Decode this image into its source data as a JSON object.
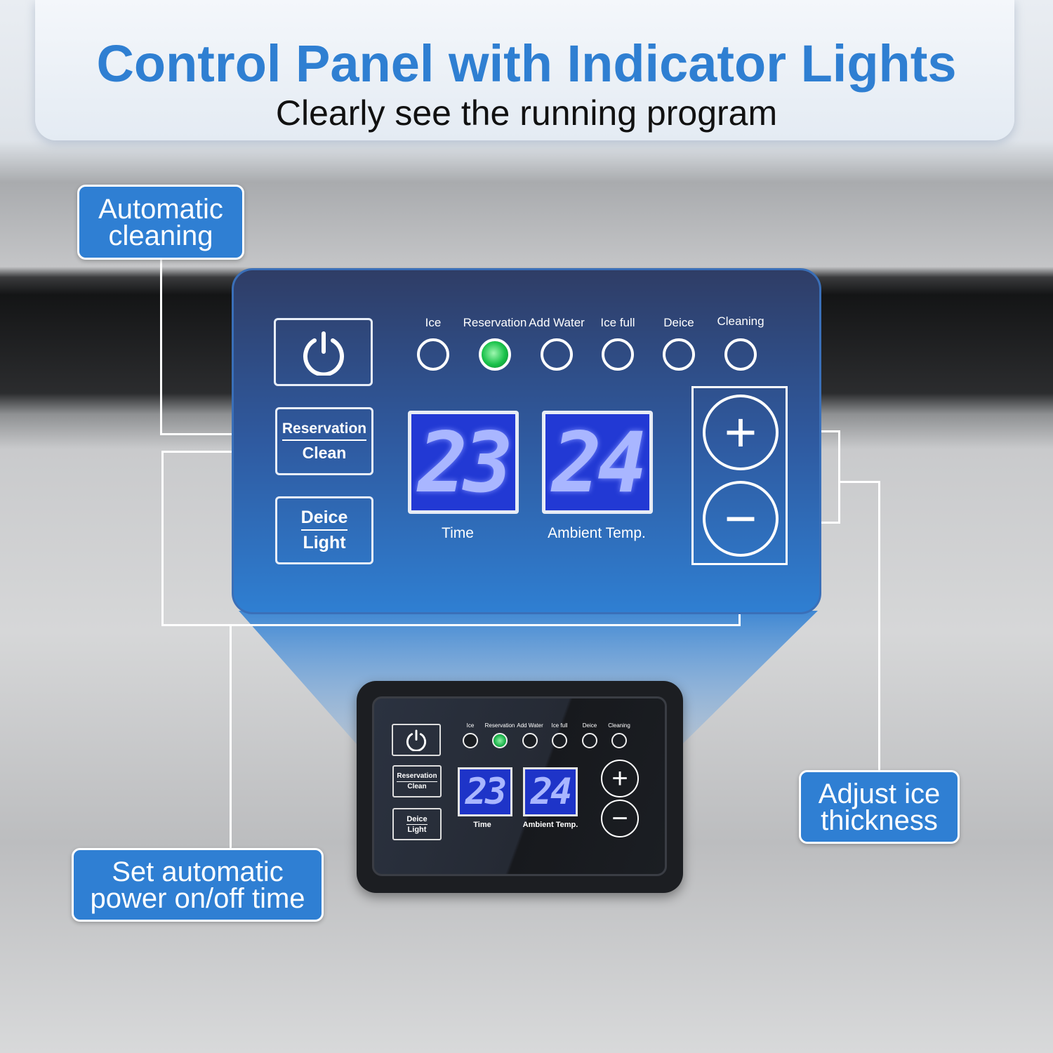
{
  "header": {
    "title": "Control Panel with Indicator Lights",
    "subtitle": "Clearly see the running program"
  },
  "callouts": {
    "auto_clean": [
      "Automatic",
      "cleaning"
    ],
    "power_time": [
      "Set automatic",
      "power on/off time"
    ],
    "ice_thickness": [
      "Adjust ice",
      "thickness"
    ]
  },
  "panel": {
    "indicators": [
      {
        "label": "Ice",
        "on": false
      },
      {
        "label": "Reservation",
        "on": true
      },
      {
        "label": "Add Water",
        "on": false
      },
      {
        "label": "Ice full",
        "on": false
      },
      {
        "label": "Deice",
        "on": false
      },
      {
        "label": "Cleaning",
        "on": false
      }
    ],
    "reservation_btn": {
      "top": "Reservation",
      "bottom": "Clean"
    },
    "deice_btn": {
      "top": "Deice",
      "bottom": "Light"
    },
    "time_display": "23",
    "time_label": "Time",
    "temp_display": "24",
    "temp_label": "Ambient Temp.",
    "plus": "+",
    "minus": "−",
    "power_icon": "power-icon"
  },
  "colors": {
    "accent": "#2f7fd2",
    "led_on": "#19c24a"
  }
}
